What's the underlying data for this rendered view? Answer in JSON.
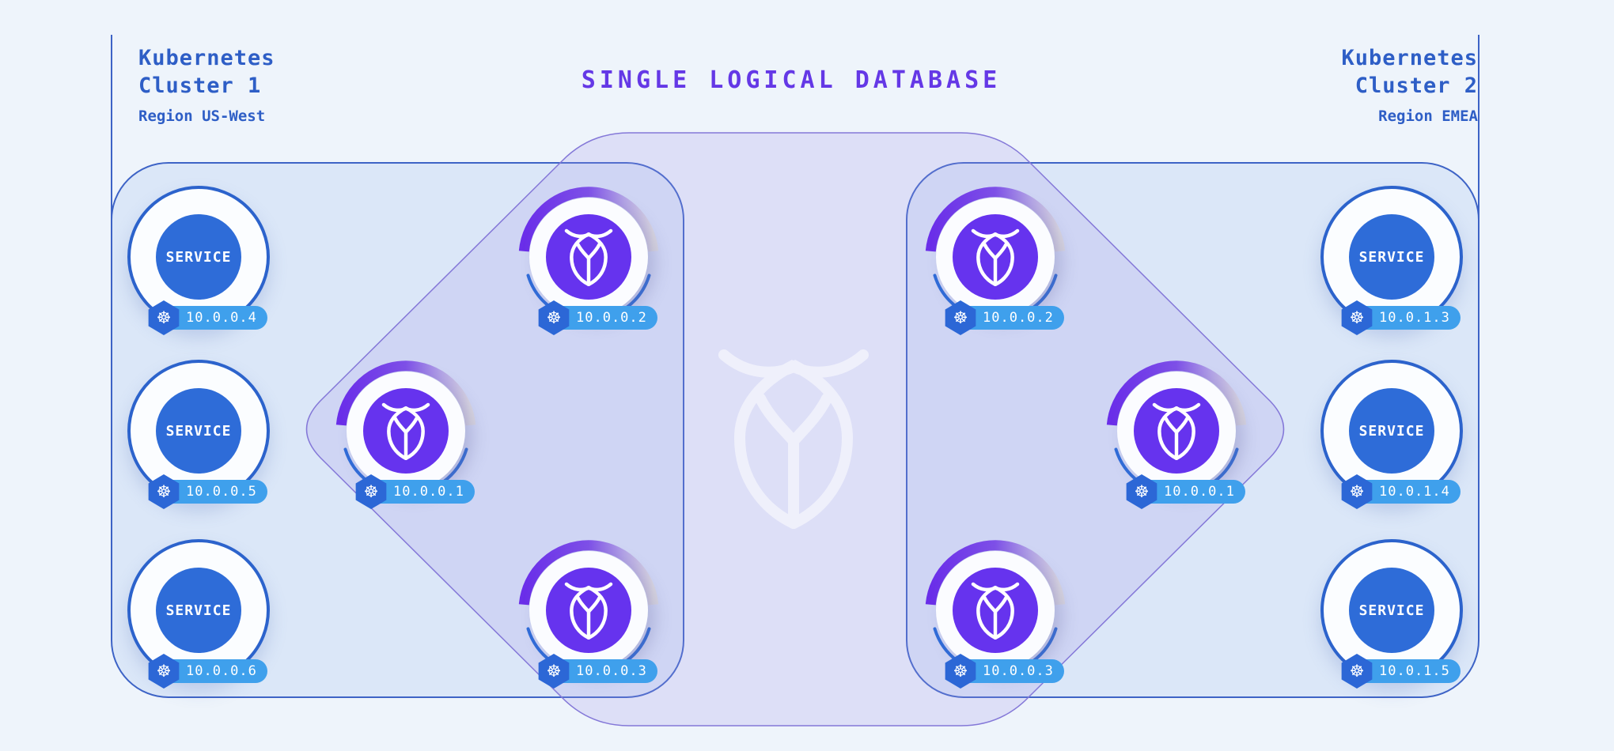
{
  "title": "SINGLE LOGICAL DATABASE",
  "labels": {
    "service_node": "SERVICE"
  },
  "clusters": [
    {
      "id": "cluster-1",
      "name_line1": "Kubernetes",
      "name_line2": "Cluster 1",
      "region": "Region US-West",
      "service_nodes": [
        {
          "ip": "10.0.0.4"
        },
        {
          "ip": "10.0.0.5"
        },
        {
          "ip": "10.0.0.6"
        }
      ],
      "db_nodes": [
        {
          "ip": "10.0.0.2"
        },
        {
          "ip": "10.0.0.1"
        },
        {
          "ip": "10.0.0.3"
        }
      ]
    },
    {
      "id": "cluster-2",
      "name_line1": "Kubernetes",
      "name_line2": "Cluster 2",
      "region": "Region EMEA",
      "service_nodes": [
        {
          "ip": "10.0.1.3"
        },
        {
          "ip": "10.0.1.4"
        },
        {
          "ip": "10.0.1.5"
        }
      ],
      "db_nodes": [
        {
          "ip": "10.0.0.2"
        },
        {
          "ip": "10.0.0.1"
        },
        {
          "ip": "10.0.0.3"
        }
      ]
    }
  ],
  "icons": {
    "kubernetes": "kubernetes-helm-wheel",
    "cockroachdb": "cockroachdb-cockroach"
  },
  "colors": {
    "background": "#eef4fb",
    "cluster_box_fill": "#dbe7f8",
    "cluster_box_border": "#3d63c6",
    "logical_db_fill": "rgba(163,150,233,0.22)",
    "logical_db_border": "#8478d8",
    "title_purple": "#6438e6",
    "header_blue": "#2e5ec6",
    "service_blue": "#2e6cd8",
    "db_purple": "#6633ee",
    "badge_pill_blue": "#3fa0ec",
    "badge_hex_blue": "#2c67d6"
  }
}
